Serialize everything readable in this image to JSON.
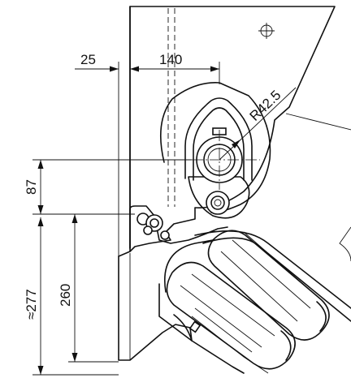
{
  "dimensions": {
    "d25": "25",
    "d140": "140",
    "radius": "R42.5",
    "d87": "87",
    "d277": "≈277",
    "d260": "260"
  },
  "symbols": {
    "top_right": "datum-crosshair-icon"
  }
}
